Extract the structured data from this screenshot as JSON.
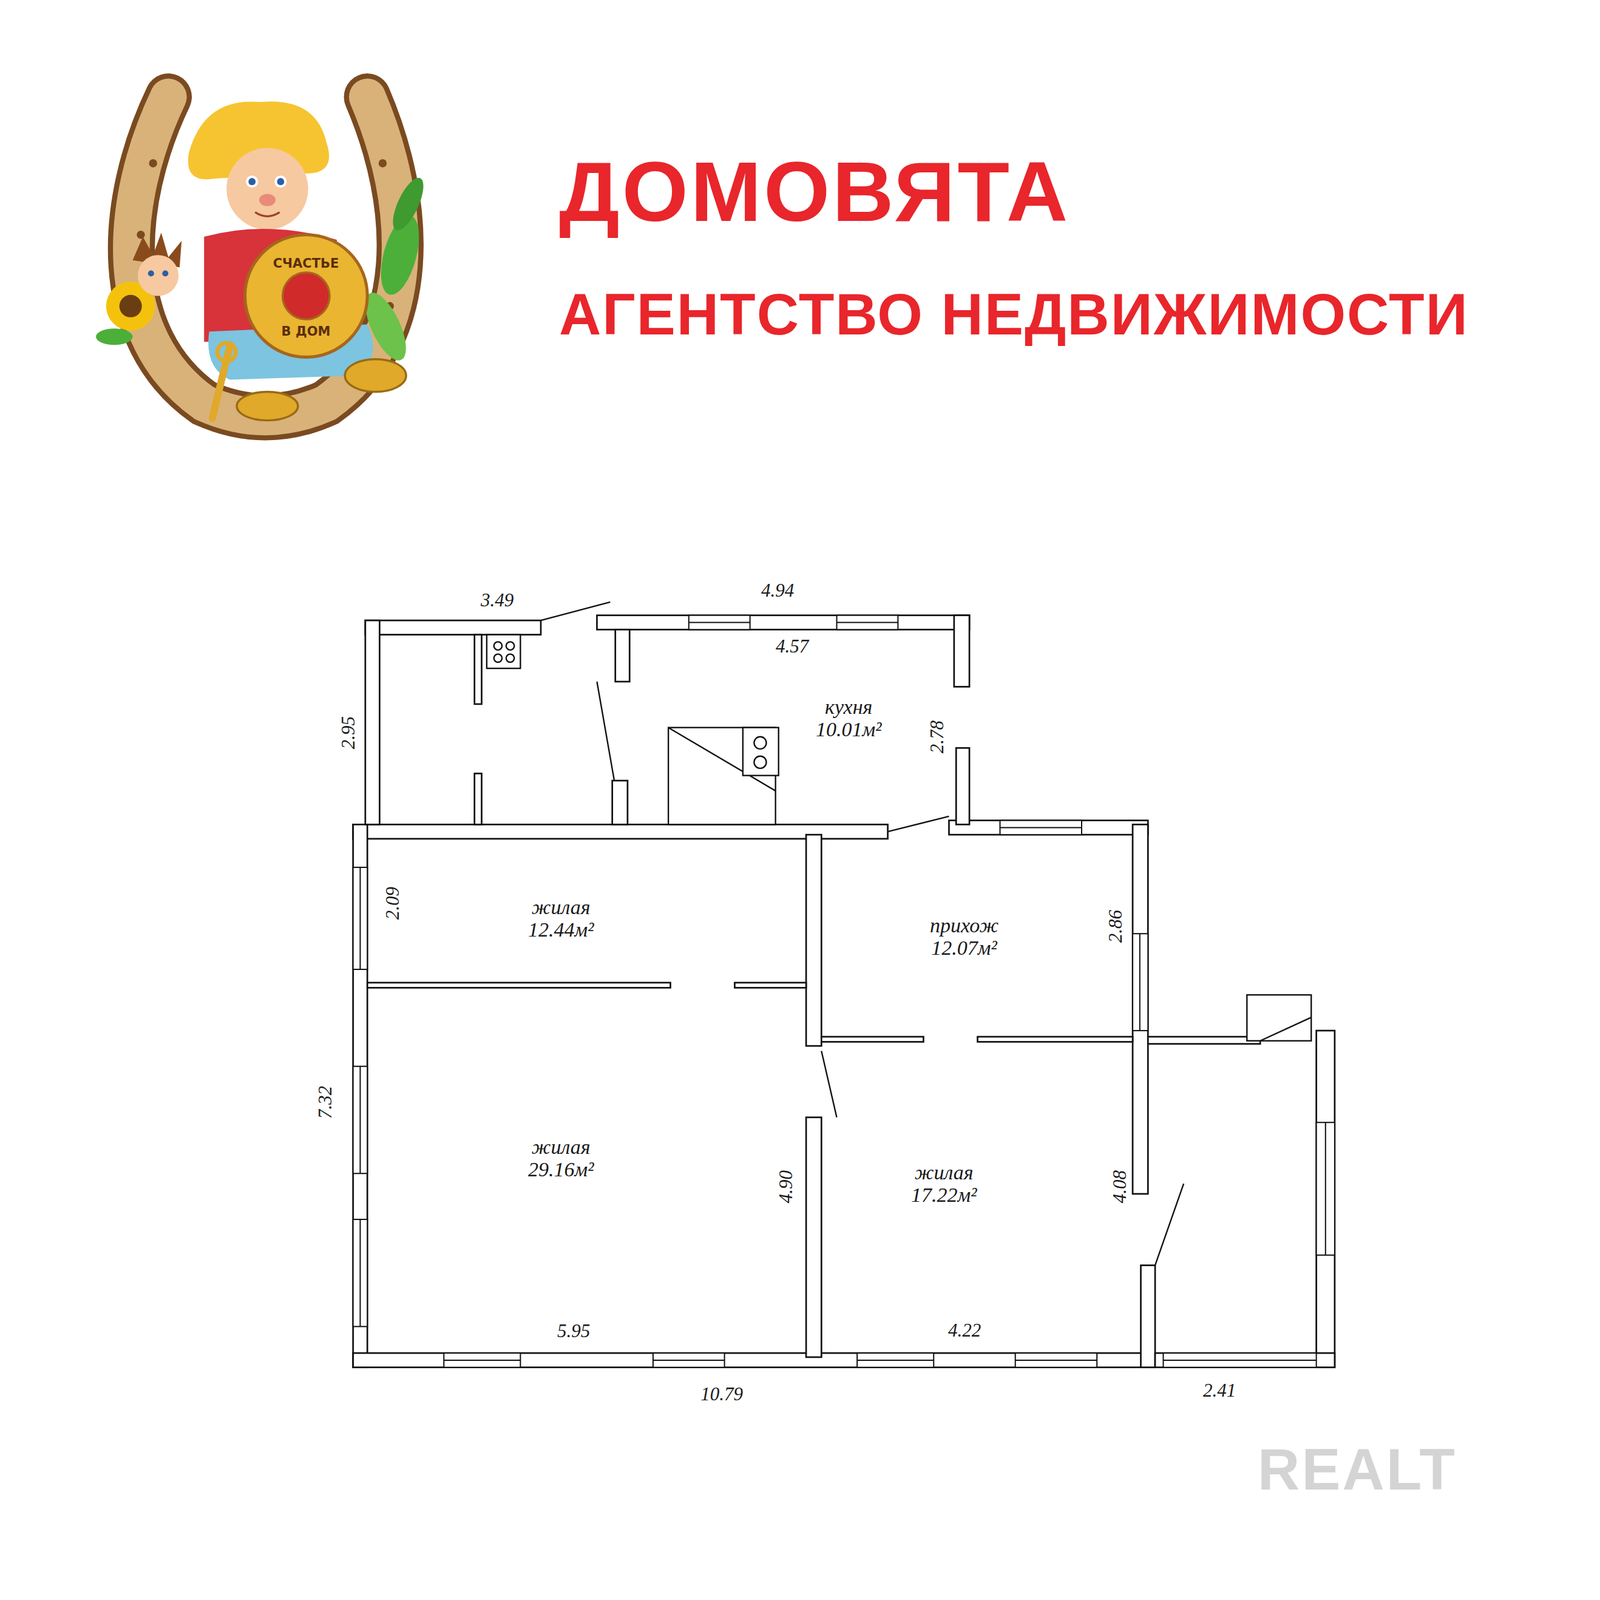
{
  "diagram": {
    "title": "ДОМОВЯТА",
    "nodes": [
      {
        "text": [
          "кухня",
          "10.01м²"
        ]
      },
      {
        "text": [
          "жилая",
          "12.44м²"
        ]
      },
      {
        "text": [
          "прихож",
          "12.07м²"
        ]
      },
      {
        "text": [
          "жилая",
          "29.16м²"
        ]
      },
      {
        "text": [
          "жилая",
          "17.22м²"
        ]
      }
    ],
    "labels": [
      "АГЕНТСТВО НЕДВИЖИМОСТИ",
      "СЧАСТЬЕ",
      "В ДОМ",
      "3.49",
      "4.94",
      "4.57",
      "2.95",
      "2.78",
      "2.09",
      "2.86",
      "7.32",
      "4.90",
      "4.08",
      "5.95",
      "4.22",
      "10.79",
      "2.41",
      "REALT"
    ]
  }
}
